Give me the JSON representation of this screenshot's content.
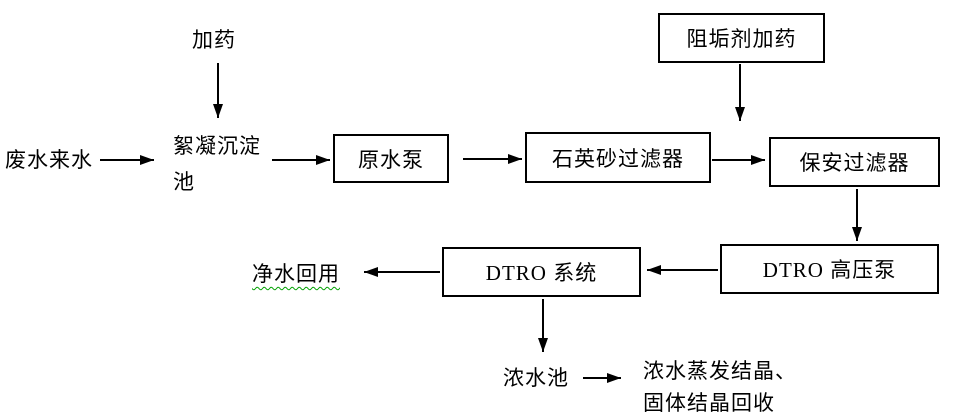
{
  "diagram": {
    "title_hint": "wastewater-treatment-process-flow",
    "background_color": "#ffffff",
    "line_color": "#000000",
    "text_color": "#000000",
    "spellcheck_underline_color": "#00a000",
    "nodes": {
      "dosing": {
        "label": "加药",
        "shape": "text"
      },
      "influent": {
        "label": "废水来水",
        "shape": "text"
      },
      "flocculation_tank": {
        "label": "絮凝沉淀池",
        "shape": "text"
      },
      "raw_water_pump": {
        "label": "原水泵",
        "shape": "box"
      },
      "quartz_sand_filter": {
        "label": "石英砂过滤器",
        "shape": "box"
      },
      "antiscalant_dosing": {
        "label": "阻垢剂加药",
        "shape": "box"
      },
      "security_filter": {
        "label": "保安过滤器",
        "shape": "box"
      },
      "dtro_high_pressure_pump": {
        "label": "DTRO 高压泵",
        "shape": "box"
      },
      "dtro_system": {
        "label": "DTRO 系统",
        "shape": "box"
      },
      "clean_water_reuse": {
        "label": "净水回用",
        "shape": "text"
      },
      "concentrate_tank": {
        "label": "浓水池",
        "shape": "text"
      },
      "concentrate_outcome": {
        "line1": "浓水蒸发结晶、",
        "line2": "固体结晶回收",
        "shape": "text"
      }
    },
    "flows": [
      {
        "from": "dosing",
        "to": "flocculation_tank"
      },
      {
        "from": "influent",
        "to": "flocculation_tank"
      },
      {
        "from": "flocculation_tank",
        "to": "raw_water_pump"
      },
      {
        "from": "raw_water_pump",
        "to": "quartz_sand_filter"
      },
      {
        "from": "quartz_sand_filter",
        "to": "security_filter"
      },
      {
        "from": "antiscalant_dosing",
        "to": "security_filter_inlet_line"
      },
      {
        "from": "security_filter",
        "to": "dtro_high_pressure_pump"
      },
      {
        "from": "dtro_high_pressure_pump",
        "to": "dtro_system"
      },
      {
        "from": "dtro_system",
        "to": "clean_water_reuse"
      },
      {
        "from": "dtro_system",
        "to": "concentrate_tank"
      },
      {
        "from": "concentrate_tank",
        "to": "concentrate_outcome"
      }
    ]
  }
}
